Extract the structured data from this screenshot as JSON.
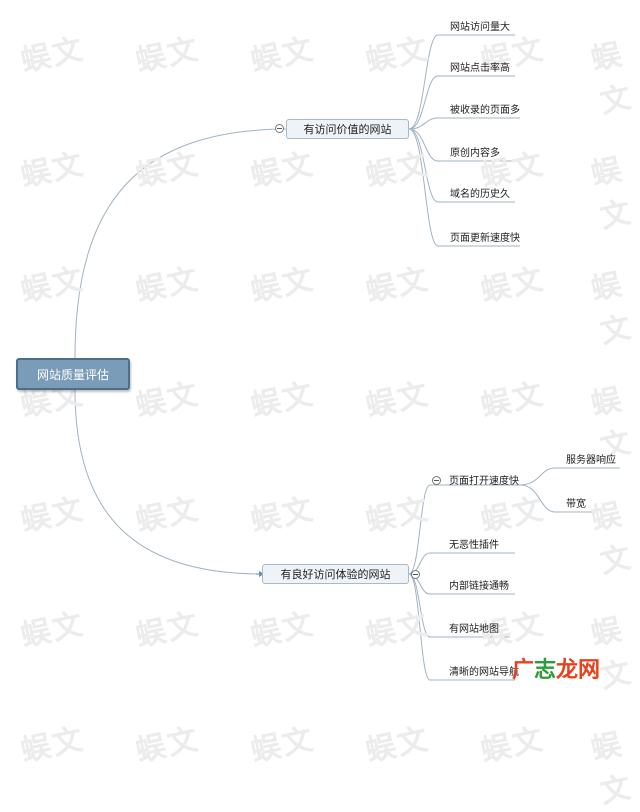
{
  "root": {
    "label": "网站质量评估"
  },
  "branches": [
    {
      "label": "有访问价值的网站",
      "items": [
        "网站访问量大",
        "网站点击率高",
        "被收录的页面多",
        "原创内容多",
        "域名的历史久",
        "页面更新速度快"
      ]
    },
    {
      "label": "有良好访问体验的网站",
      "items": [
        "页面打开速度快",
        "无恶性插件",
        "内部链接通畅",
        "有网站地图",
        "清晰的网站导航"
      ],
      "sub": {
        "parent": "页面打开速度快",
        "items": [
          "服务器响应",
          "带宽"
        ]
      }
    }
  ],
  "watermark": {
    "text": "蜈文"
  },
  "logo": {
    "part1": "广",
    "part2": "志",
    "part3": "龙网"
  },
  "colors": {
    "line": "#9fb3c2",
    "root_fill": "#7a9cb8",
    "node_fill": "#eef3f7"
  }
}
